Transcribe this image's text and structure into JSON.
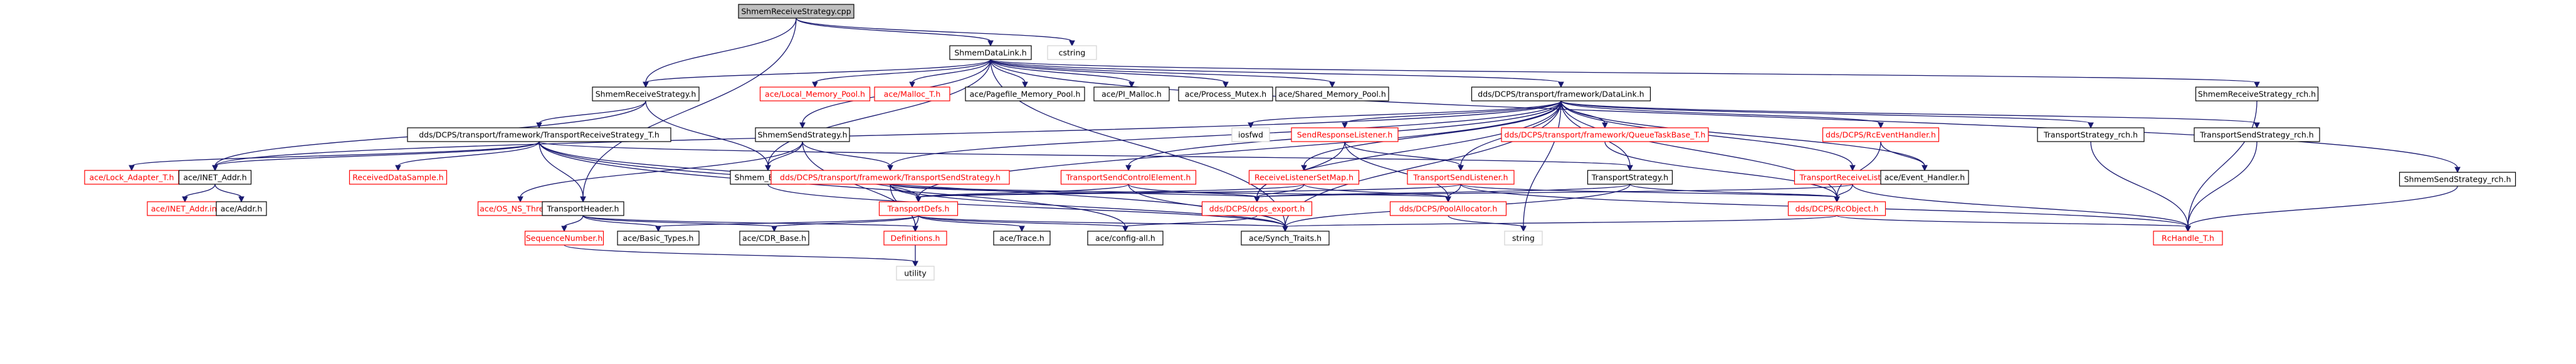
{
  "diagram": {
    "colors": {
      "edge": "#191970",
      "root_fill": "#bfbfbf",
      "node_fill": "#ffffff",
      "node_border": "#000000",
      "linked_text": "#000000",
      "missing_border": "#ff0000",
      "missing_text": "#ff0000",
      "plain_border": "#d3d3d3"
    },
    "nodes": [
      {
        "id": "root",
        "label": "ShmemReceiveStrategy.cpp",
        "style": "root"
      },
      {
        "id": "dl",
        "label": "ShmemDataLink.h",
        "style": "normal"
      },
      {
        "id": "cstring",
        "label": "cstring",
        "style": "plain"
      },
      {
        "id": "srs_h",
        "label": "ShmemReceiveStrategy.h",
        "style": "normal"
      },
      {
        "id": "lmp",
        "label": "ace/Local_Memory_Pool.h",
        "style": "missing"
      },
      {
        "id": "malloc",
        "label": "ace/Malloc_T.h",
        "style": "missing"
      },
      {
        "id": "pfmp",
        "label": "ace/Pagefile_Memory_Pool.h",
        "style": "normal"
      },
      {
        "id": "pimalloc",
        "label": "ace/PI_Malloc.h",
        "style": "normal"
      },
      {
        "id": "pmutex",
        "label": "ace/Process_Mutex.h",
        "style": "normal"
      },
      {
        "id": "smp",
        "label": "ace/Shared_Memory_Pool.h",
        "style": "normal"
      },
      {
        "id": "datalink",
        "label": "dds/DCPS/transport/framework/DataLink.h",
        "style": "normal"
      },
      {
        "id": "srs_rch",
        "label": "ShmemReceiveStrategy_rch.h",
        "style": "normal"
      },
      {
        "id": "trs",
        "label": "dds/DCPS/transport/framework/TransportReceiveStrategy_T.h",
        "style": "normal"
      },
      {
        "id": "sss",
        "label": "ShmemSendStrategy.h",
        "style": "normal"
      },
      {
        "id": "iosfwd",
        "label": "iosfwd",
        "style": "plain"
      },
      {
        "id": "srl",
        "label": "SendResponseListener.h",
        "style": "missing"
      },
      {
        "id": "qtb",
        "label": "dds/DCPS/transport/framework/QueueTaskBase_T.h",
        "style": "missing"
      },
      {
        "id": "reh",
        "label": "dds/DCPS/RcEventHandler.h",
        "style": "missing"
      },
      {
        "id": "ts_rch",
        "label": "TransportStrategy_rch.h",
        "style": "normal"
      },
      {
        "id": "tss_rch",
        "label": "TransportSendStrategy_rch.h",
        "style": "normal"
      },
      {
        "id": "lat",
        "label": "ace/Lock_Adapter_T.h",
        "style": "missing"
      },
      {
        "id": "inet",
        "label": "ace/INET_Addr.h",
        "style": "normal"
      },
      {
        "id": "rds",
        "label": "ReceivedDataSample.h",
        "style": "missing"
      },
      {
        "id": "shmexp",
        "label": "Shmem_Export.h",
        "style": "normal"
      },
      {
        "id": "tss",
        "label": "dds/DCPS/transport/framework/TransportSendStrategy.h",
        "style": "missing"
      },
      {
        "id": "tsce",
        "label": "TransportSendControlElement.h",
        "style": "missing"
      },
      {
        "id": "rlsm",
        "label": "ReceiveListenerSetMap.h",
        "style": "missing"
      },
      {
        "id": "tsl",
        "label": "TransportSendListener.h",
        "style": "missing"
      },
      {
        "id": "tstrat",
        "label": "TransportStrategy.h",
        "style": "normal"
      },
      {
        "id": "trl",
        "label": "TransportReceiveListener.h",
        "style": "missing"
      },
      {
        "id": "evh",
        "label": "ace/Event_Handler.h",
        "style": "normal"
      },
      {
        "id": "sss_rch",
        "label": "ShmemSendStrategy_rch.h",
        "style": "normal"
      },
      {
        "id": "inet_inl",
        "label": "ace/INET_Addr.inl",
        "style": "missing"
      },
      {
        "id": "addr",
        "label": "ace/Addr.h",
        "style": "normal"
      },
      {
        "id": "osns",
        "label": "ace/OS_NS_Thread.h",
        "style": "missing"
      },
      {
        "id": "theader",
        "label": "TransportHeader.h",
        "style": "normal"
      },
      {
        "id": "tdefs",
        "label": "TransportDefs.h",
        "style": "missing"
      },
      {
        "id": "dcpsexp",
        "label": "dds/DCPS/dcps_export.h",
        "style": "missing"
      },
      {
        "id": "pool",
        "label": "dds/DCPS/PoolAllocator.h",
        "style": "missing"
      },
      {
        "id": "rcobj",
        "label": "dds/DCPS/RcObject.h",
        "style": "missing"
      },
      {
        "id": "seqnum",
        "label": "SequenceNumber.h",
        "style": "missing"
      },
      {
        "id": "basic",
        "label": "ace/Basic_Types.h",
        "style": "normal"
      },
      {
        "id": "cdr",
        "label": "ace/CDR_Base.h",
        "style": "normal"
      },
      {
        "id": "defs",
        "label": "Definitions.h",
        "style": "missing"
      },
      {
        "id": "trace",
        "label": "ace/Trace.h",
        "style": "normal"
      },
      {
        "id": "config",
        "label": "ace/config-all.h",
        "style": "normal"
      },
      {
        "id": "synch",
        "label": "ace/Synch_Traits.h",
        "style": "normal"
      },
      {
        "id": "string",
        "label": "string",
        "style": "plain"
      },
      {
        "id": "rch",
        "label": "RcHandle_T.h",
        "style": "missing"
      },
      {
        "id": "utility",
        "label": "utility",
        "style": "plain"
      }
    ],
    "edges": [
      [
        "root",
        "dl"
      ],
      [
        "root",
        "cstring"
      ],
      [
        "root",
        "srs_h"
      ],
      [
        "root",
        "theader"
      ],
      [
        "dl",
        "srs_h"
      ],
      [
        "dl",
        "sss"
      ],
      [
        "dl",
        "shmexp"
      ],
      [
        "dl",
        "lmp"
      ],
      [
        "dl",
        "malloc"
      ],
      [
        "dl",
        "pfmp"
      ],
      [
        "dl",
        "pimalloc"
      ],
      [
        "dl",
        "pmutex"
      ],
      [
        "dl",
        "smp"
      ],
      [
        "dl",
        "datalink"
      ],
      [
        "dl",
        "srs_rch"
      ],
      [
        "dl",
        "sss_rch"
      ],
      [
        "dl",
        "synch"
      ],
      [
        "srs_h",
        "trs"
      ],
      [
        "srs_h",
        "inet"
      ],
      [
        "srs_h",
        "shmexp"
      ],
      [
        "trs",
        "lat"
      ],
      [
        "trs",
        "inet"
      ],
      [
        "trs",
        "rds"
      ],
      [
        "trs",
        "theader"
      ],
      [
        "trs",
        "tdefs"
      ],
      [
        "trs",
        "tstrat"
      ],
      [
        "trs",
        "synch"
      ],
      [
        "trs",
        "config"
      ],
      [
        "sss",
        "shmexp"
      ],
      [
        "sss",
        "tss"
      ],
      [
        "sss",
        "osns"
      ],
      [
        "sss",
        "defs"
      ],
      [
        "datalink",
        "iosfwd"
      ],
      [
        "datalink",
        "srl"
      ],
      [
        "datalink",
        "qtb"
      ],
      [
        "datalink",
        "reh"
      ],
      [
        "datalink",
        "ts_rch"
      ],
      [
        "datalink",
        "tss_rch"
      ],
      [
        "datalink",
        "tss"
      ],
      [
        "datalink",
        "tsce"
      ],
      [
        "datalink",
        "rlsm"
      ],
      [
        "datalink",
        "tsl"
      ],
      [
        "datalink",
        "tstrat"
      ],
      [
        "datalink",
        "trl"
      ],
      [
        "datalink",
        "evh"
      ],
      [
        "datalink",
        "inet"
      ],
      [
        "datalink",
        "dcpsexp"
      ],
      [
        "datalink",
        "tdefs"
      ],
      [
        "datalink",
        "rcobj"
      ],
      [
        "datalink",
        "string"
      ],
      [
        "datalink",
        "synch"
      ],
      [
        "srl",
        "dcpsexp"
      ],
      [
        "srl",
        "pool"
      ],
      [
        "srl",
        "tsl"
      ],
      [
        "qtb",
        "rcobj"
      ],
      [
        "reh",
        "evh"
      ],
      [
        "reh",
        "rcobj"
      ],
      [
        "ts_rch",
        "rch"
      ],
      [
        "tss_rch",
        "rch"
      ],
      [
        "srs_rch",
        "rch"
      ],
      [
        "sss_rch",
        "rch"
      ],
      [
        "tss",
        "tdefs"
      ],
      [
        "tss",
        "dcpsexp"
      ],
      [
        "tss",
        "pool"
      ],
      [
        "tss",
        "defs"
      ],
      [
        "tss",
        "synch"
      ],
      [
        "tsce",
        "tdefs"
      ],
      [
        "tsce",
        "dcpsexp"
      ],
      [
        "tsce",
        "synch"
      ],
      [
        "rlsm",
        "dcpsexp"
      ],
      [
        "rlsm",
        "pool"
      ],
      [
        "rlsm",
        "tdefs"
      ],
      [
        "tsl",
        "tdefs"
      ],
      [
        "tsl",
        "rcobj"
      ],
      [
        "tsl",
        "pool"
      ],
      [
        "tsl",
        "rch"
      ],
      [
        "tstrat",
        "dcpsexp"
      ],
      [
        "tstrat",
        "rcobj"
      ],
      [
        "tstrat",
        "synch"
      ],
      [
        "trl",
        "dcpsexp"
      ],
      [
        "trl",
        "rcobj"
      ],
      [
        "trl",
        "rch"
      ],
      [
        "inet",
        "inet_inl"
      ],
      [
        "inet",
        "addr"
      ],
      [
        "theader",
        "basic"
      ],
      [
        "theader",
        "seqnum"
      ],
      [
        "theader",
        "cdr"
      ],
      [
        "theader",
        "defs"
      ],
      [
        "tdefs",
        "basic"
      ],
      [
        "tdefs",
        "cdr"
      ],
      [
        "tdefs",
        "defs"
      ],
      [
        "tdefs",
        "trace"
      ],
      [
        "tdefs",
        "config"
      ],
      [
        "tdefs",
        "synch"
      ],
      [
        "dcpsexp",
        "config"
      ],
      [
        "pool",
        "string"
      ],
      [
        "rcobj",
        "synch"
      ],
      [
        "rcobj",
        "rch"
      ],
      [
        "seqnum",
        "utility"
      ],
      [
        "defs",
        "utility"
      ],
      [
        "shmexp",
        "synch"
      ]
    ]
  }
}
